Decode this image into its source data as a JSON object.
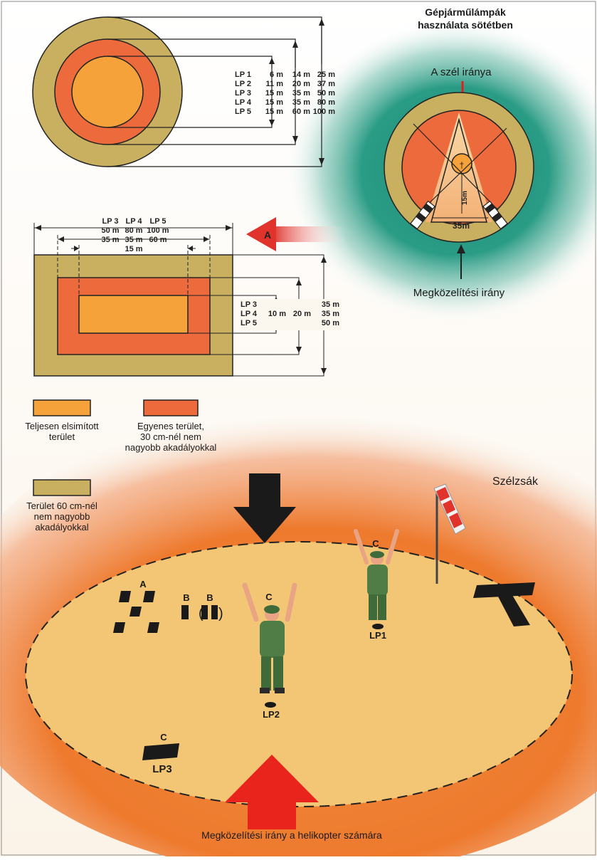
{
  "title_night": [
    "Gépjárműlámpák",
    "használata sötétben"
  ],
  "wind_direction": "A szél iránya",
  "approach_direction": "Megközelítési irány",
  "night_dims": {
    "radius": "15m",
    "width": "35m"
  },
  "wind_arrow_label": "A",
  "circle_table": {
    "rows": [
      {
        "lp": "LP 1",
        "a": "6 m",
        "b": "14 m",
        "c": "25 m"
      },
      {
        "lp": "LP 2",
        "a": "11 m",
        "b": "20 m",
        "c": "37 m"
      },
      {
        "lp": "LP 3",
        "a": "15 m",
        "b": "35 m",
        "c": "50 m"
      },
      {
        "lp": "LP 4",
        "a": "15 m",
        "b": "35 m",
        "c": "80 m"
      },
      {
        "lp": "LP 5",
        "a": "15 m",
        "b": "60 m",
        "c": "100 m"
      }
    ]
  },
  "rect_top": {
    "header": [
      "LP 3",
      "LP 4",
      "LP 5"
    ],
    "row1": [
      "50 m",
      "80 m",
      "100 m"
    ],
    "row2": [
      "35 m",
      "35 m",
      "60 m"
    ],
    "row3": "15 m"
  },
  "rect_side": {
    "labels": [
      "LP 3",
      "LP 4",
      "LP 5"
    ],
    "col_a": "10 m",
    "col_b": "20 m",
    "col_c": [
      "35 m",
      "35 m",
      "50 m"
    ]
  },
  "legend": [
    {
      "color": "#f5a23a",
      "text": [
        "Teljesen elsimított",
        "terület"
      ]
    },
    {
      "color": "#ec6a3c",
      "text": [
        "Egyenes terület,",
        "30 cm-nél nem",
        "nagyobb akadályokkal"
      ]
    },
    {
      "color": "#c9b060",
      "text": [
        "Terület 60 cm-nél",
        "nem nagyobb",
        "akadályokkal"
      ]
    }
  ],
  "windsock_label": "Szélzsák",
  "field_marks": {
    "a": "A",
    "b1": "B",
    "b2": "B",
    "c_lp2": "C",
    "c_lp1": "C",
    "c_lp3": "C",
    "lp1": "LP1",
    "lp2": "LP2",
    "lp3": "LP3"
  },
  "bottom_caption": "Megközelítési irány a helikopter számára",
  "colors": {
    "orange_light": "#f5a23a",
    "orange_red": "#ec6a3c",
    "khaki": "#c9b060",
    "teal": "#2d9a86",
    "field": "#f3c676",
    "ground": "#ee7a2e"
  }
}
